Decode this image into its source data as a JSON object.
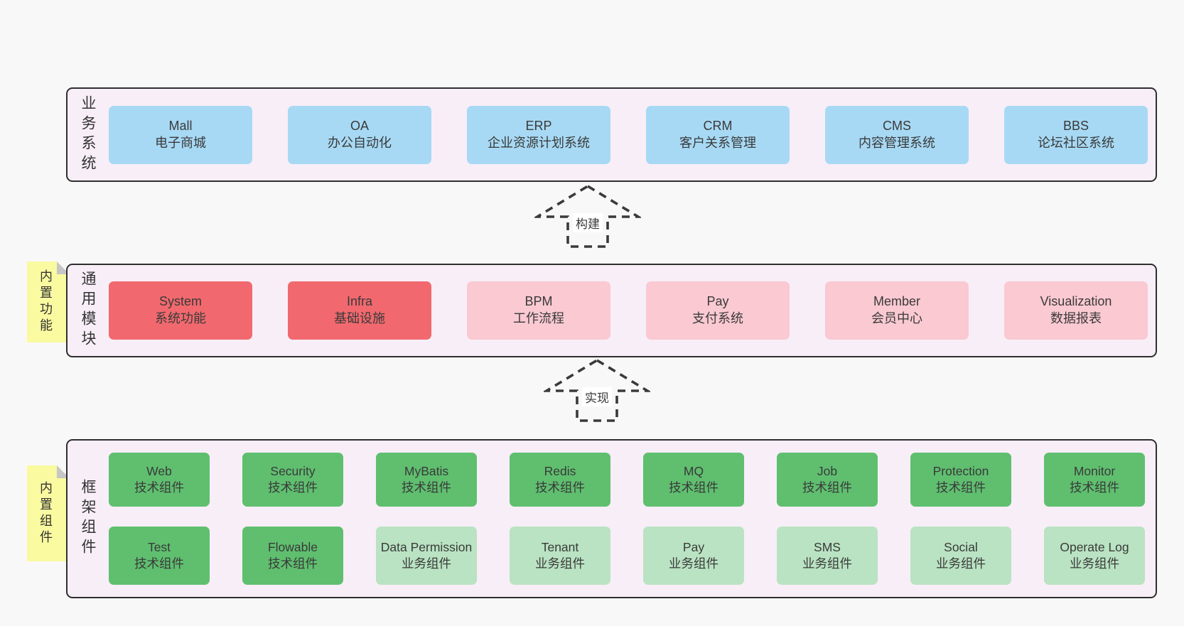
{
  "colors": {
    "page_bg": "#f8f8f8",
    "container_bg": "#f8eef7",
    "container_border": "#2e2e2e",
    "text": "#3a3a3a",
    "blue": "#a7d9f4",
    "red": "#f1696e",
    "pink": "#fac9d2",
    "green": "#5fbf6f",
    "green_light": "#b9e3c2",
    "sticky_yellow": "#fafaa0",
    "sticky_fold_gray": "#c6c6c6"
  },
  "arrows": [
    {
      "label": "构建"
    },
    {
      "label": "实现"
    }
  ],
  "layers": [
    {
      "label": "业务系统",
      "boxes": [
        {
          "name": "Mall",
          "desc": "电子商城",
          "variant": "blue"
        },
        {
          "name": "OA",
          "desc": "办公自动化",
          "variant": "blue"
        },
        {
          "name": "ERP",
          "desc": "企业资源计划系统",
          "variant": "blue"
        },
        {
          "name": "CRM",
          "desc": "客户关系管理",
          "variant": "blue"
        },
        {
          "name": "CMS",
          "desc": "内容管理系统",
          "variant": "blue"
        },
        {
          "name": "BBS",
          "desc": "论坛社区系统",
          "variant": "blue"
        }
      ]
    },
    {
      "label": "通用模块",
      "sticky": "内置功能",
      "boxes": [
        {
          "name": "System",
          "desc": "系统功能",
          "variant": "red"
        },
        {
          "name": "Infra",
          "desc": "基础设施",
          "variant": "red"
        },
        {
          "name": "BPM",
          "desc": "工作流程",
          "variant": "pink"
        },
        {
          "name": "Pay",
          "desc": "支付系统",
          "variant": "pink"
        },
        {
          "name": "Member",
          "desc": "会员中心",
          "variant": "pink"
        },
        {
          "name": "Visualization",
          "desc": "数据报表",
          "variant": "pink"
        }
      ]
    },
    {
      "label": "框架组件",
      "sticky": "内置组件",
      "rows": [
        [
          {
            "name": "Web",
            "desc": "技术组件",
            "variant": "green"
          },
          {
            "name": "Security",
            "desc": "技术组件",
            "variant": "green"
          },
          {
            "name": "MyBatis",
            "desc": "技术组件",
            "variant": "green"
          },
          {
            "name": "Redis",
            "desc": "技术组件",
            "variant": "green"
          },
          {
            "name": "MQ",
            "desc": "技术组件",
            "variant": "green"
          },
          {
            "name": "Job",
            "desc": "技术组件",
            "variant": "green"
          },
          {
            "name": "Protection",
            "desc": "技术组件",
            "variant": "green"
          },
          {
            "name": "Monitor",
            "desc": "技术组件",
            "variant": "green"
          }
        ],
        [
          {
            "name": "Test",
            "desc": "技术组件",
            "variant": "green"
          },
          {
            "name": "Flowable",
            "desc": "技术组件",
            "variant": "green"
          },
          {
            "name": "Data Permission",
            "desc": "业务组件",
            "variant": "green_light"
          },
          {
            "name": "Tenant",
            "desc": "业务组件",
            "variant": "green_light"
          },
          {
            "name": "Pay",
            "desc": "业务组件",
            "variant": "green_light"
          },
          {
            "name": "SMS",
            "desc": "业务组件",
            "variant": "green_light"
          },
          {
            "name": "Social",
            "desc": "业务组件",
            "variant": "green_light"
          },
          {
            "name": "Operate Log",
            "desc": "业务组件",
            "variant": "green_light"
          }
        ]
      ]
    }
  ]
}
